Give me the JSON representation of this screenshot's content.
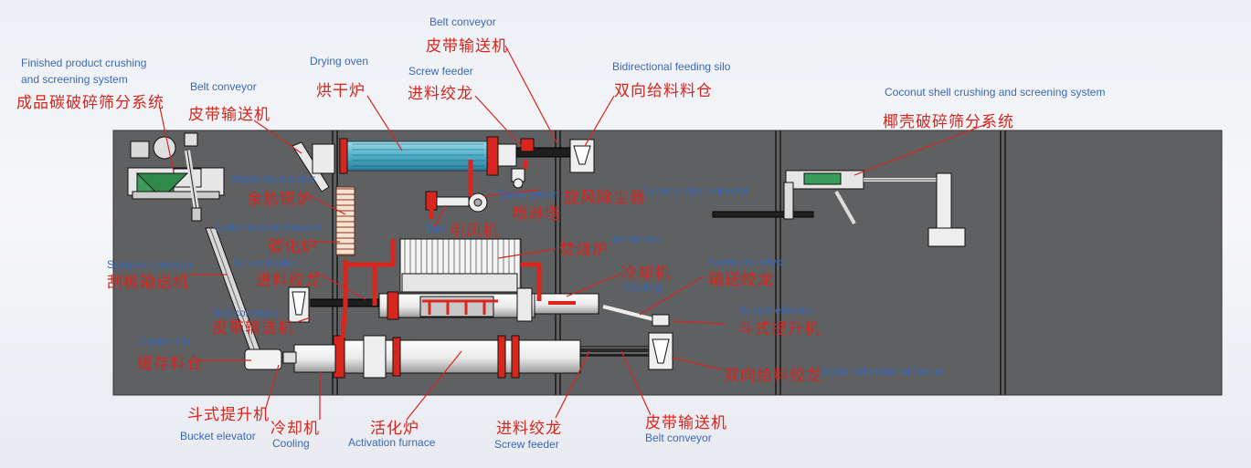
{
  "labels": {
    "finished_crushing_en": "Finished  product  crushing",
    "finished_crushing_en2": "and screening system",
    "finished_crushing_cn": "成品碳破碎筛分系统",
    "belt_conveyor_1_en": "Belt conveyor",
    "belt_conveyor_1_cn": "皮带输送机",
    "drying_oven_en": "Drying oven",
    "drying_oven_cn": "烘干炉",
    "belt_conveyor_top_en": "Belt conveyor",
    "belt_conveyor_top_cn": "皮带输送机",
    "screw_feeder_top_en": "Screw feeder",
    "screw_feeder_top_cn": "进料绞龙",
    "bidirectional_silo_en": "Bidirectional feeding silo",
    "bidirectional_silo_cn": "双向给料料仓",
    "coconut_system_en": "Coconut shell crushing and screening system",
    "coconut_system_cn": "椰壳破碎筛分系统",
    "waste_heat_boiler_en": "Waste heat boiler",
    "waste_heat_boiler_cn": "余热锅炉",
    "spray_tower_en": "Spray tower",
    "spray_tower_cn": "喷淋塔",
    "cyclone_cn": "旋风除尘器",
    "cyclone_en": "Cyclone dust collector",
    "fan_en": "Fan",
    "fan_cn": "引风机",
    "carbonization_en": "Carbonization furnace",
    "carbonization_cn": "碳化炉",
    "incinerator_cn": "焚烧炉",
    "incinerator_en": "Incinerator",
    "scraper_en": "Scraper conveyor",
    "scraper_cn": "刮板输送机",
    "screw_feeder_mid_en": "Screw feeder",
    "screw_feeder_mid_cn": "进料绞龙",
    "cooling_mid_cn": "冷却机",
    "cooling_mid_en": "Cooling",
    "screw_conveyor_en": "Screw conveyor",
    "screw_conveyor_cn": "输送绞龙",
    "belt_conveyor_mid_en": "Belt conveyor",
    "belt_conveyor_mid_cn": "皮带输送机",
    "bucket_elevator_right_en": "Bucket elevator",
    "bucket_elevator_right_cn": "斗式提升机",
    "cache_silo_en": "Cache silo",
    "cache_silo_cn": "缓存料仓",
    "spiral_feeder_cn": "双向给料绞龙",
    "spiral_feeder_en": "Spiral bidirectional feeder",
    "bucket_elevator_bottom_cn": "斗式提升机",
    "bucket_elevator_bottom_en": "Bucket elevator",
    "cooling_bottom_cn": "冷却机",
    "cooling_bottom_en": "Cooling",
    "activation_cn": "活化炉",
    "activation_en": "Activation furnace",
    "screw_feeder_bottom_cn": "进料绞龙",
    "screw_feeder_bottom_en": "Screw feeder",
    "belt_conveyor_bottom_cn": "皮带输送机",
    "belt_conveyor_bottom_en": "Belt conveyor"
  },
  "colors": {
    "floor": "#5f6061",
    "label_en": "#3a69b8",
    "label_cn": "#d6261e",
    "pipe": "#d8261f",
    "drum_blue": "#5ab3cf",
    "machinery_light": "#f2f2f2",
    "outline": "#1a1a1a"
  }
}
